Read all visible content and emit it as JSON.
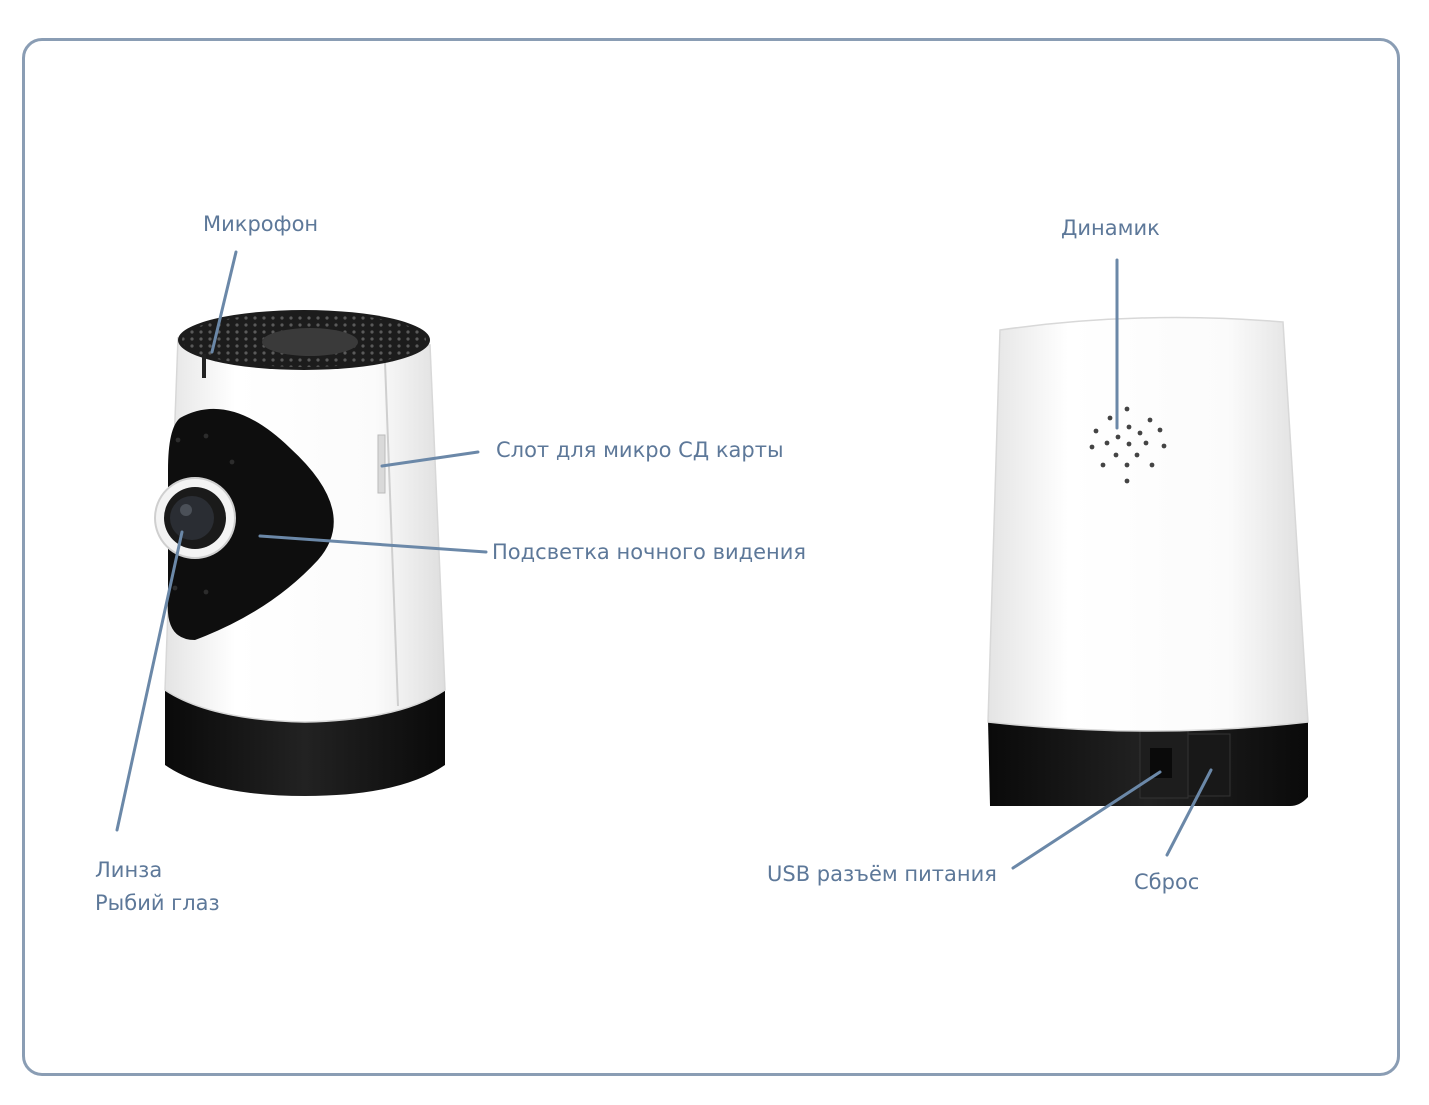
{
  "labels": {
    "microphone": "Микрофон",
    "sd_slot": "Слот для микро СД карты",
    "night_vision": "Подсветка ночного видения",
    "lens_line1": "Линза",
    "lens_line2": "Рыбий глаз",
    "speaker": "Динамик",
    "usb_power": "USB разъём питания",
    "reset": "Сброс"
  },
  "colors": {
    "label_text": "#5d7899",
    "leader_line": "#6b88a8",
    "frame_border": "#8a9db4",
    "device_body": "#ffffff",
    "device_black": "#111111"
  }
}
